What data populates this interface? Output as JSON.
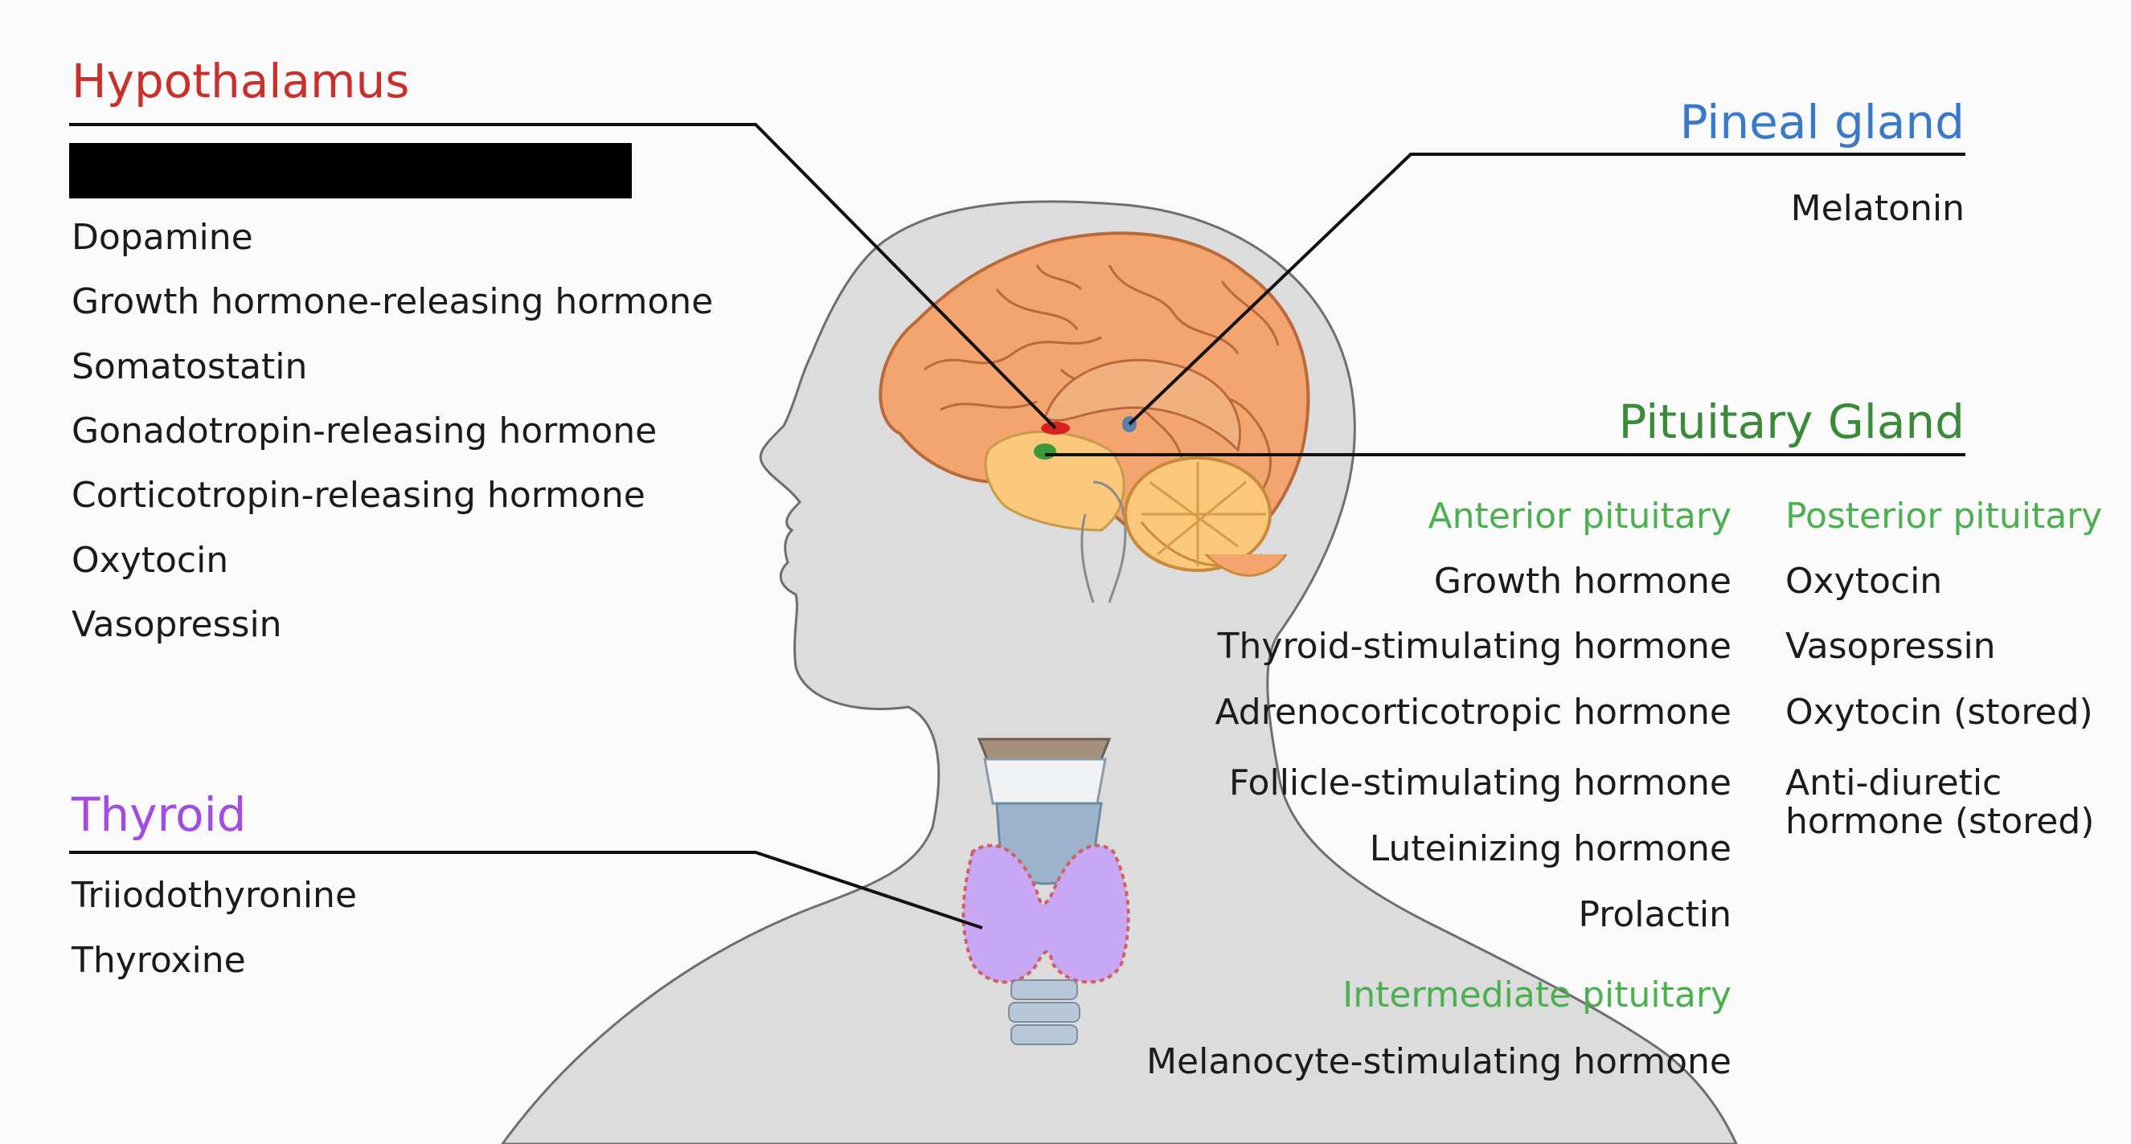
{
  "hypothalamus": {
    "title": "Hypothalamus",
    "hormones": [
      "Dopamine",
      "Growth hormone-releasing hormone",
      "Somatostatin",
      "Gonadotropin-releasing hormone",
      "Corticotropin-releasing hormone",
      "Oxytocin",
      "Vasopressin"
    ]
  },
  "pineal": {
    "title": "Pineal gland",
    "hormones": [
      "Melatonin"
    ]
  },
  "pituitary": {
    "title": "Pituitary Gland",
    "anterior": {
      "label": "Anterior pituitary",
      "hormones": [
        "Growth hormone",
        "Thyroid-stimulating hormone",
        "Adrenocorticotropic hormone",
        "Follicle-stimulating hormone",
        "Luteinizing hormone",
        "Prolactin"
      ]
    },
    "posterior": {
      "label": "Posterior pituitary",
      "hormones": [
        "Oxytocin",
        "Vasopressin",
        "Oxytocin (stored)",
        "Anti-diuretic hormone (stored)"
      ],
      "last_item_lines": [
        "Anti-diuretic",
        "hormone (stored)"
      ]
    },
    "intermediate": {
      "label": "Intermediate pituitary",
      "hormones": [
        "Melanocyte-stimulating hormone"
      ]
    }
  },
  "thyroid": {
    "title": "Thyroid",
    "hormones": [
      "Triiodothyronine",
      "Thyroxine"
    ]
  },
  "colors": {
    "hypothalamus": "#c9302c",
    "pineal": "#3a78c9",
    "pituitary": "#3a8a3a",
    "pituitary_sub": "#4caf50",
    "thyroid": "#a04de0",
    "body": "#dcdcdc",
    "brain": "#f4a46e",
    "cerebellum": "#f9c87a"
  }
}
